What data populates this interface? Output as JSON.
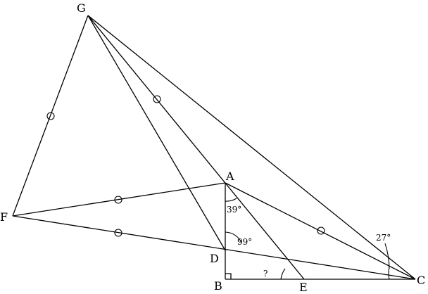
{
  "diagram": {
    "points": {
      "G": "G",
      "F": "F",
      "A": "A",
      "D": "D",
      "B": "B",
      "E": "E",
      "C": "C"
    },
    "angles": {
      "angle_A": "39°",
      "angle_D": "99°",
      "angle_C": "27°",
      "angle_E": "?"
    }
  }
}
